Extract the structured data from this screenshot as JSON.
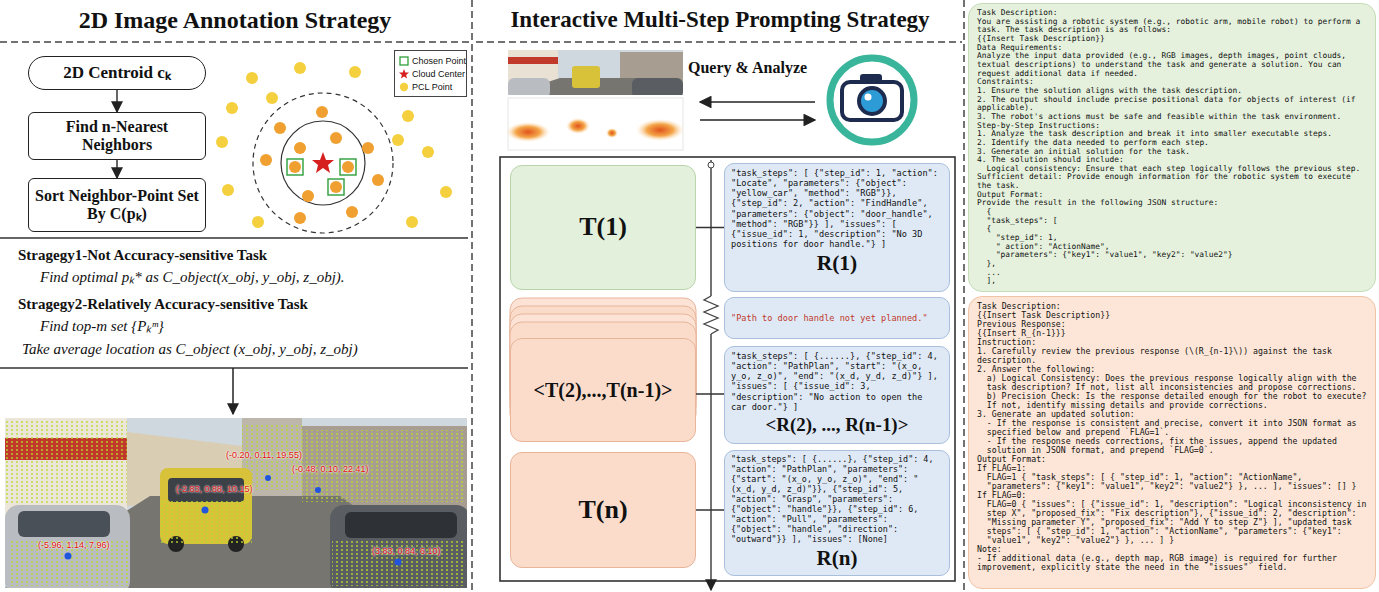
{
  "diagram": {
    "nodes": [
      {
        "text": [
          "2D Centroid cₖ"
        ]
      },
      {
        "text": [
          "Find n-Nearest Neighbors"
        ]
      },
      {
        "text": [
          "Sort Neighbor-Point Set By C(pₖ)"
        ]
      },
      {
        "text": [
          "T(1)"
        ]
      },
      {
        "text": [
          "\"task_steps\": [ {\"step_id\": 1, \"action\": \"Locate\", \"parameters\": {\"object\": \"yellow_car\", \"method\": \"RGB\"}}, {\"step_id\": 2, \"action\": \"FindHandle\", \"parameters\": {\"object\": \"door_handle\", \"method\": \"RGB\"}} ], \"issues\": [ {\"issue_id\": 1, \"description\": \"No 3D positions for door handle.\"} ]",
          "R(1)"
        ]
      },
      {
        "text": [
          "\"Path to door handle not yet planned.\""
        ]
      },
      {
        "text": [
          "<T(2),...,T(n-1)>"
        ]
      },
      {
        "text": [
          "\"task_steps\": [ {......}, {\"step_id\": 4, \"action\": \"PathPlan\", \"start\": \"(x_o, y_o, z_o)\", \"end\": \"(x_d, y_d, z_d)\"} ], \"issues\": [ {\"issue_id\": 3, \"description\": \"No action to open the car door.\"} ]",
          "<R(2), ..., R(n-1)>"
        ]
      },
      {
        "text": [
          "T(n)"
        ]
      },
      {
        "text": [
          "\"task_steps\": [ {......}, {\"step_id\": 4, \"action\": \"PathPlan\", \"parameters\": {\"start\": \"(x_o, y_o, z_o)\", \"end\": \"(x_d, y_d, z_d)\"}}, {\"step_id\": 5, \"action\": \"Grasp\", \"parameters\": {\"object\": \"handle\"}}, {\"step_id\": 6, \"action\": \"Pull\", \"parameters\": {\"object\": \"handle\", \"direction\": \"outward\"}} ], \"issues\": [None]",
          "R(n)"
        ]
      },
      {
        "text": [
          "Task Description:",
          "You are assisting a robotic system (e.g., robotic arm, mobile robot) to perform a task. The task description is as follows:",
          "{{Insert Task Description}}",
          "Data Requirements:",
          "Analyze the input data provided (e.g., RGB images, depth images, point clouds, textual descriptions) to understand the task and generate a solution. You can request additional data if needed.",
          "Constraints:",
          "1. Ensure the solution aligns with the task description.",
          "2. The output should include precise positional data for objects of interest (if applicable).",
          "3. The robot's actions must be safe and feasible within the task environment.",
          "Step-by-Step Instructions:",
          "1. Analyze the task description and break it into smaller executable steps.",
          "2. Identify the data needed to perform each step.",
          "3. Generate an initial solution for the task.",
          "4. The solution should include:",
          "Logical consistency: Ensure that each step logically follows the previous step.",
          "Sufficient detail: Provide enough information for the robotic system to execute the task.",
          "Output Format:",
          "Provide the result in the following JSON structure:",
          "{",
          "\"task_steps\": [",
          "{",
          "\"step_id\": 1,",
          "\" action\": \"ActionName\",",
          "\"parameters\": {\"key1\": \"value1\", \"key2\": \"value2\"}",
          "},",
          "...",
          "],"
        ]
      },
      {
        "text": [
          "Task Description:",
          "{{Insert Task Description}}",
          "Previous Response:",
          "{{Insert R_{n-1}}}",
          "Instruction:",
          "1. Carefully review the previous response (\\(R_{n-1}\\)) against the task description.",
          "2. Answer the following:",
          "a) Logical Consistency: Does the previous response logically align with the task description? If not, list all inconsistencies and propose corrections.",
          "b) Precision Check: Is the response detailed enough for the robot to execute? If not, identify missing details and provide corrections.",
          "3. Generate an updated solution:",
          "- If the response is consistent and precise, convert it into JSON format as specified below and prepend `FLAG=1`.",
          "- If the response needs corrections, fix the issues, append the updated solution in JSON format, and prepend `FLAG=0`.",
          "Output Format:",
          "If FLAG=1:",
          "FLAG=1 { \"task_steps\": [ { \"step_id\": 1, \"action\": \"ActionName\", \"parameters\": {\"key1\": \"value1\", \"key2\": \"value2\"} }, ... ], \"issues\": [] }",
          "If FLAG=0:",
          "FLAG=0 { \"issues\": [ {\"issue_id\": 1, \"description\": \"Logical inconsistency in step X\", \"proposed_fix\": \"Fix description\"}, {\"issue_id\": 2, \"description\": \"Missing parameter Y\", \"proposed_fix\": \"Add Y to step Z\"} ], \"updated task steps\": [ { \"step_id\": 1, \"action\": \"ActionName\", \"parameters\": {\"key1\": \"value1\", \"key2\": \"value2\"} }, ... ] }",
          "Note:",
          "- If additional data (e.g., depth map, RGB image) is required for further improvement, explicitly state the need in the `\"issues\"` field."
        ]
      }
    ],
    "edges": [
      {
        "from": 0,
        "to": 1,
        "arrow": "to"
      },
      {
        "from": 1,
        "to": 2,
        "arrow": "to"
      },
      {
        "from": 3,
        "to": 4,
        "arrow": "none"
      },
      {
        "from": 6,
        "to": 7,
        "arrow": "none"
      },
      {
        "from": 8,
        "to": 9,
        "arrow": "none"
      }
    ],
    "labels": [
      "2D Image Annotation Strategy",
      "Interactive Multi-Step Prompting Strategy",
      "Stragegy1-Not Accuracy-sensitive Task",
      "Find optimal pₖ* as C_object(x_obj, y_obj, z_obj).",
      "Stragegy2-Relatively Accuracy-sensitive Task",
      "Find top-m set {Pₖᵐ}",
      "Take average location as C_object (x_obj, y_obj, z_obj)",
      "Query & Analyze",
      "(-0.20, 0.11, 19.55)",
      "(-0.48, 0.10, 22.41)",
      "(-2.83, 0.88, 10.15)",
      "(-5.96, 1.14, 7.96)",
      "(3.83, 0.84, 6.10)"
    ],
    "legend": [
      {
        "text": "Chosen Point"
      },
      {
        "text": "Cloud Center"
      },
      {
        "text": "PCL Point"
      }
    ]
  }
}
